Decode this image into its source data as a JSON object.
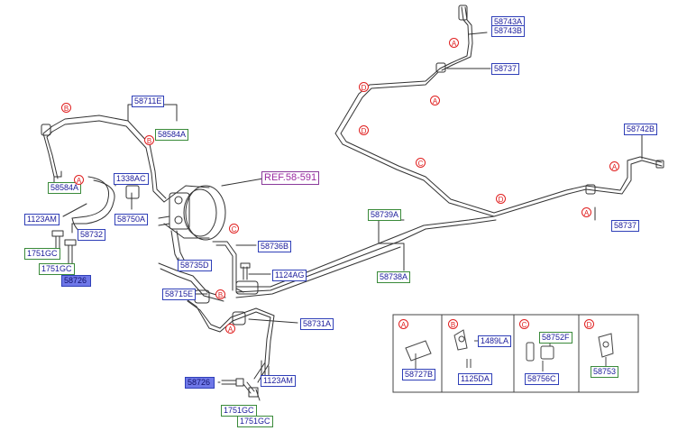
{
  "labels": {
    "p58743A": "58743A",
    "p58743B": "58743B",
    "p58737_top": "58737",
    "p58711E": "58711E",
    "p58584A_top": "58584A",
    "p58742B": "58742B",
    "p1338AC": "1338AC",
    "ref": "REF.58-591",
    "p58584A_left": "58584A",
    "p58750A": "58750A",
    "p1123AM_left": "1123AM",
    "p58739A": "58739A",
    "p58737_right": "58737",
    "p58732": "58732",
    "p58736B": "58736B",
    "p1751GC_a": "1751GC",
    "p58735D": "58735D",
    "p1751GC_b": "1751GC",
    "p1124AG": "1124AG",
    "p58738A": "58738A",
    "p58726_top": "58726",
    "p58715E": "58715E",
    "p58731A": "58731A",
    "p58726_bottom": "58726",
    "p1123AM_bottom": "1123AM",
    "p1751GC_c": "1751GC",
    "p1751GC_d": "1751GC"
  },
  "callouts": [
    "A",
    "A",
    "B",
    "B",
    "A",
    "D",
    "D",
    "C",
    "A",
    "D",
    "A",
    "C",
    "B",
    "A"
  ],
  "legend": {
    "cells": [
      {
        "letter": "A",
        "parts": [
          "58727B"
        ]
      },
      {
        "letter": "B",
        "parts": [
          "1489LA",
          "1125DA"
        ]
      },
      {
        "letter": "C",
        "parts": [
          "58752F",
          "58756C"
        ]
      },
      {
        "letter": "D",
        "parts": [
          "58753"
        ]
      }
    ]
  },
  "colors": {
    "blue_box": "#2f3fb8",
    "green_box": "#3a8a3a",
    "highlight": "#6f78e8",
    "callout": "#e02020",
    "ref": "#9a2aa0"
  }
}
